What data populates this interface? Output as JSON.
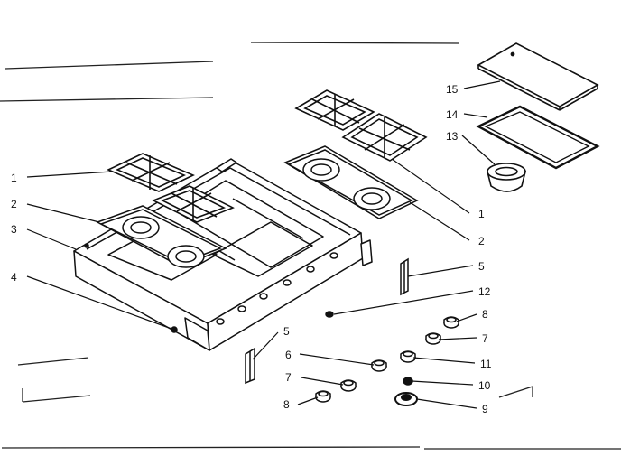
{
  "diagram": {
    "callouts": {
      "c1_left": "1",
      "c1_right": "1",
      "c2_left": "2",
      "c2_right": "2",
      "c3": "3",
      "c4": "4",
      "c5_left": "5",
      "c5_right": "5",
      "c6": "6",
      "c7_left": "7",
      "c7_right": "7",
      "c8_left": "8",
      "c8_right": "8",
      "c9": "9",
      "c10": "10",
      "c11": "11",
      "c12": "12",
      "c13": "13",
      "c14": "14",
      "c15": "15"
    }
  }
}
